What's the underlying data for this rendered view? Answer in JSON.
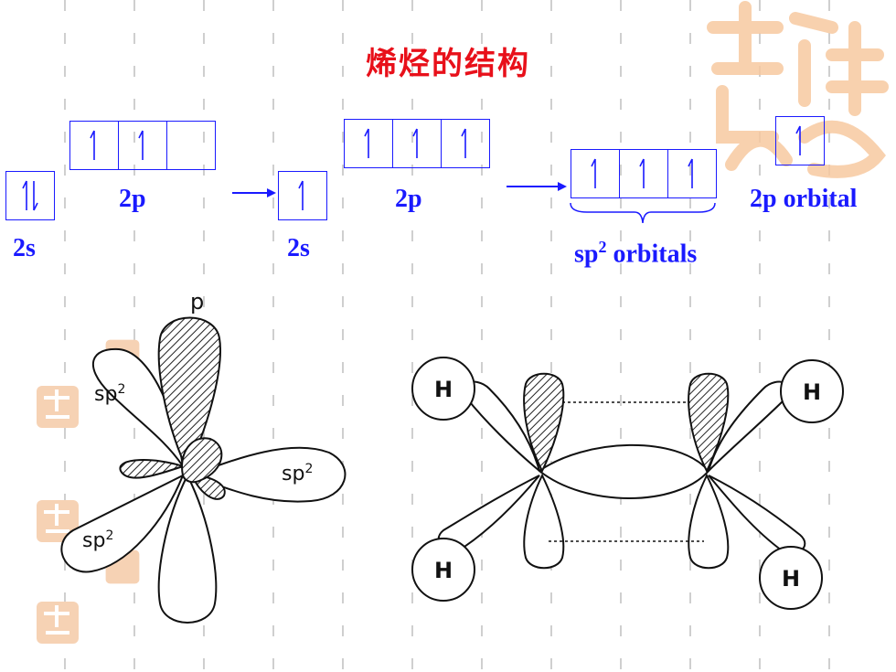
{
  "title": "烯烃的结构",
  "orbital_labels": {
    "ground_2s": "2s",
    "ground_2p": "2p",
    "excited_2s": "2s",
    "excited_2p": "2p",
    "hybrid": "sp",
    "hybrid_sup": "2",
    "hybrid_suffix": " orbitals",
    "remaining": "2p orbital"
  },
  "orbital_boxes": {
    "ground_2s": [
      "paired"
    ],
    "ground_2p": [
      "up",
      "up",
      "empty"
    ],
    "excited_2s": [
      "up"
    ],
    "excited_2p": [
      "up",
      "up",
      "up"
    ],
    "hybrid": [
      "up",
      "up",
      "up"
    ],
    "remaining": [
      "up"
    ]
  },
  "carbon_diagram": {
    "p_label": "p",
    "sp2_label": "sp",
    "sp2_sup": "2"
  },
  "ethylene_diagram": {
    "atom_label": "H"
  },
  "colors": {
    "title": "#e8101a",
    "orbital_blue": "#1a1aff",
    "watermark": "#f7c9a0"
  }
}
